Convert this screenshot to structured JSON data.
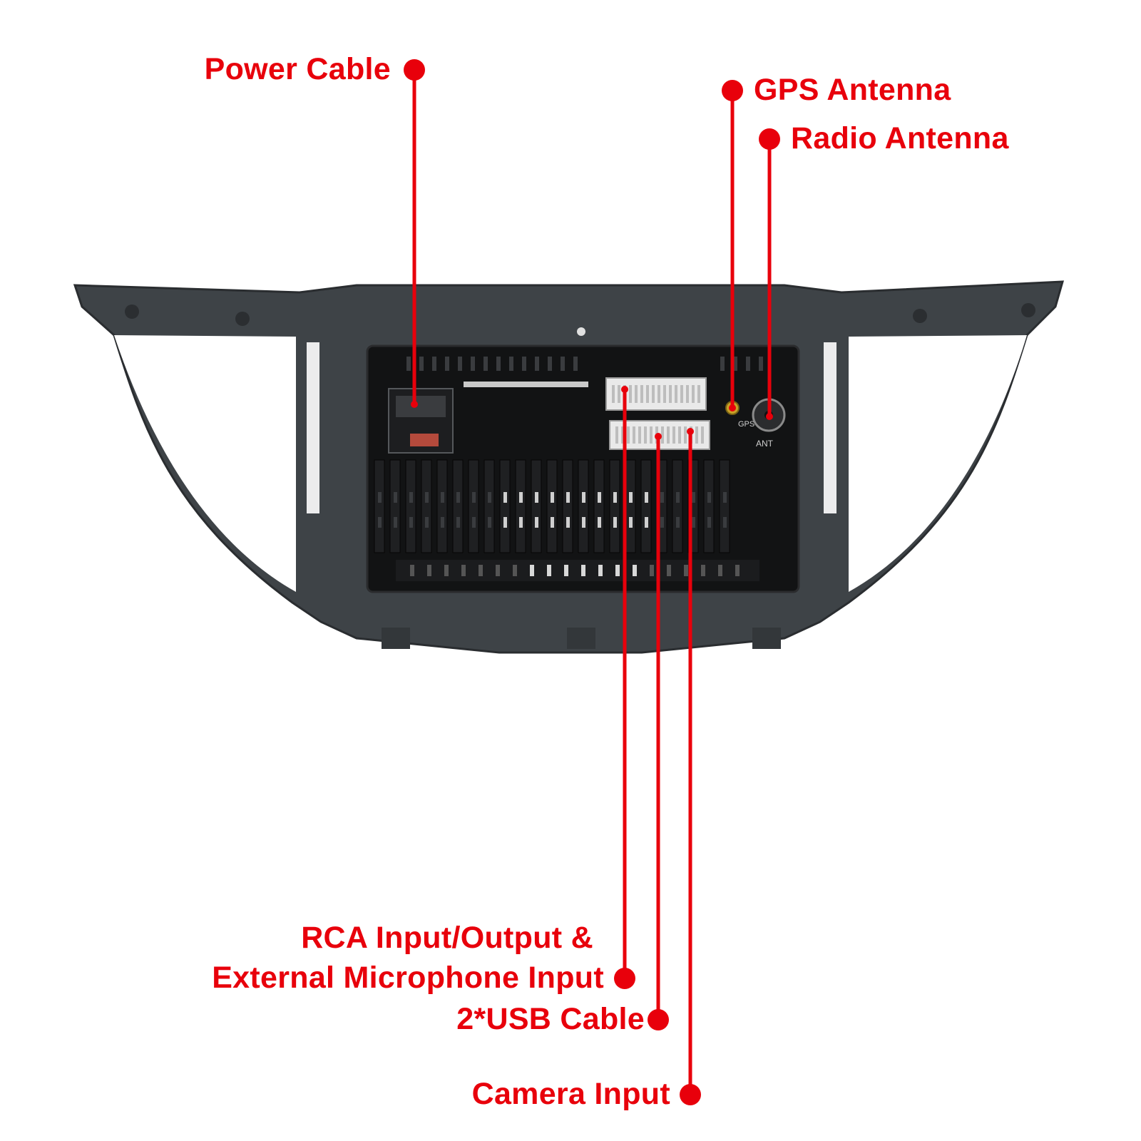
{
  "colors": {
    "callout": "#e8000b",
    "frame": "#3e4347",
    "unit": "#121314"
  },
  "labels": {
    "power": "Power Cable",
    "gps": "GPS Antenna",
    "radio": "Radio Antenna",
    "rca_line1": "RCA Input/Output &",
    "rca_line2": "External Microphone Input",
    "usb": "2*USB Cable",
    "camera": "Camera Input"
  },
  "port_marks": {
    "gps": "GPS",
    "ant": "ANT"
  }
}
